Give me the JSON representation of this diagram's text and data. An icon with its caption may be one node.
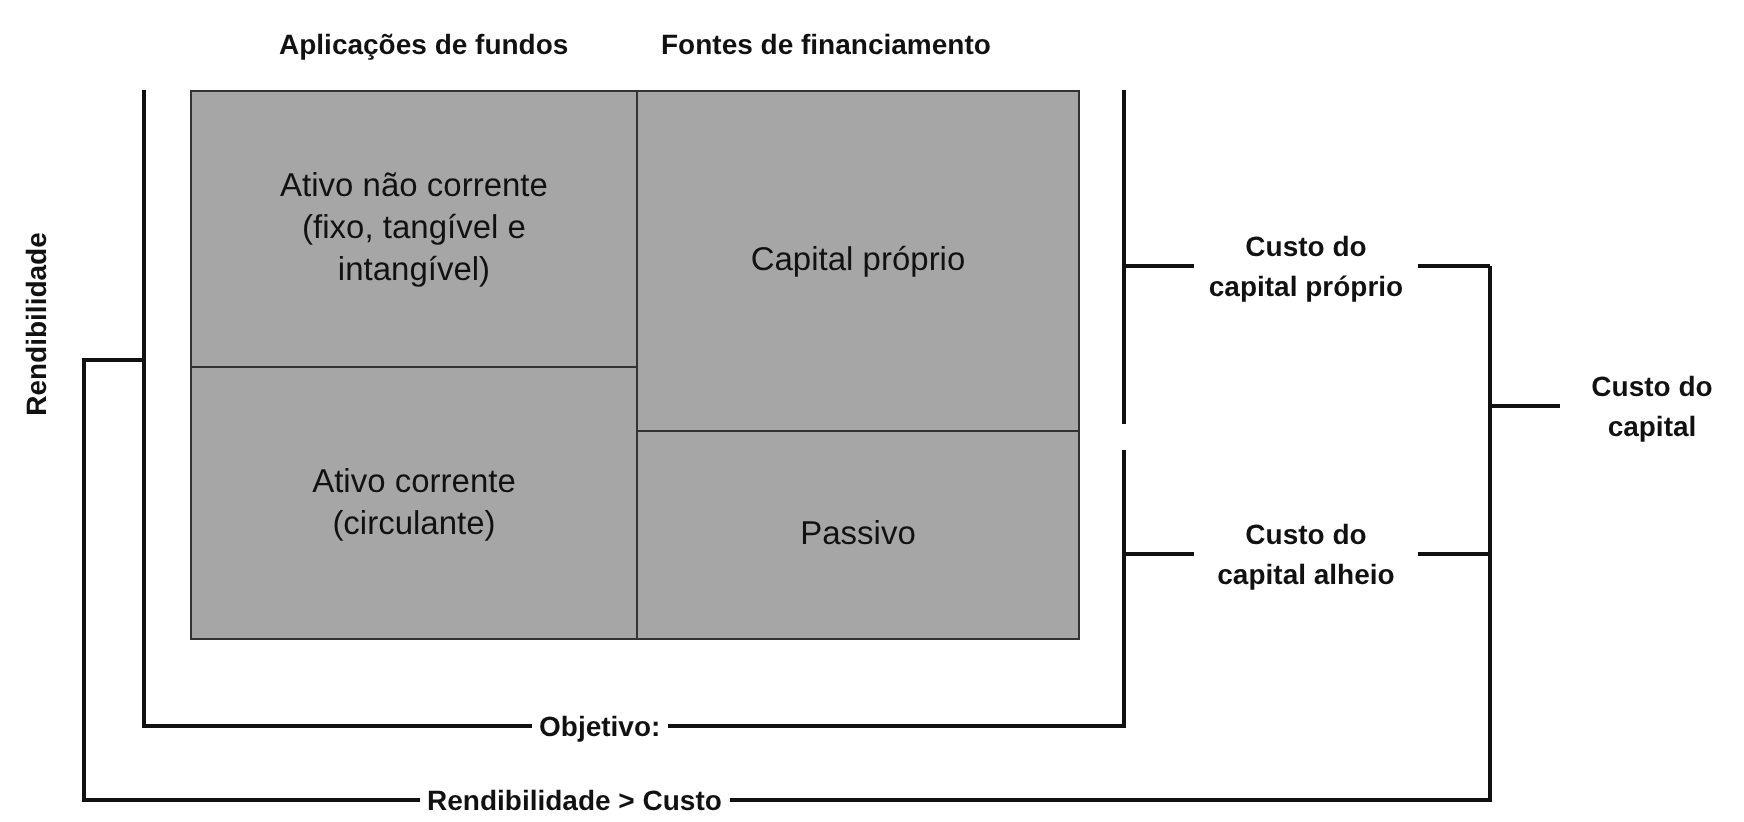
{
  "diagram": {
    "nodes": [
      {
        "text": [
          "Ativo não corrente (fixo, tangível e intangível)"
        ]
      },
      {
        "text": [
          "Ativo corrente (circulante)"
        ]
      },
      {
        "text": [
          "Capital próprio"
        ]
      },
      {
        "text": [
          "Passivo"
        ]
      }
    ],
    "labels": [
      "Aplicações de fundos",
      "Fontes de financiamento",
      "Rendibilidade",
      "Custo do capital próprio",
      "Custo do capital alheio",
      "Custo do capital",
      "Objetivo:",
      "Rendibilidade > Custo"
    ]
  }
}
